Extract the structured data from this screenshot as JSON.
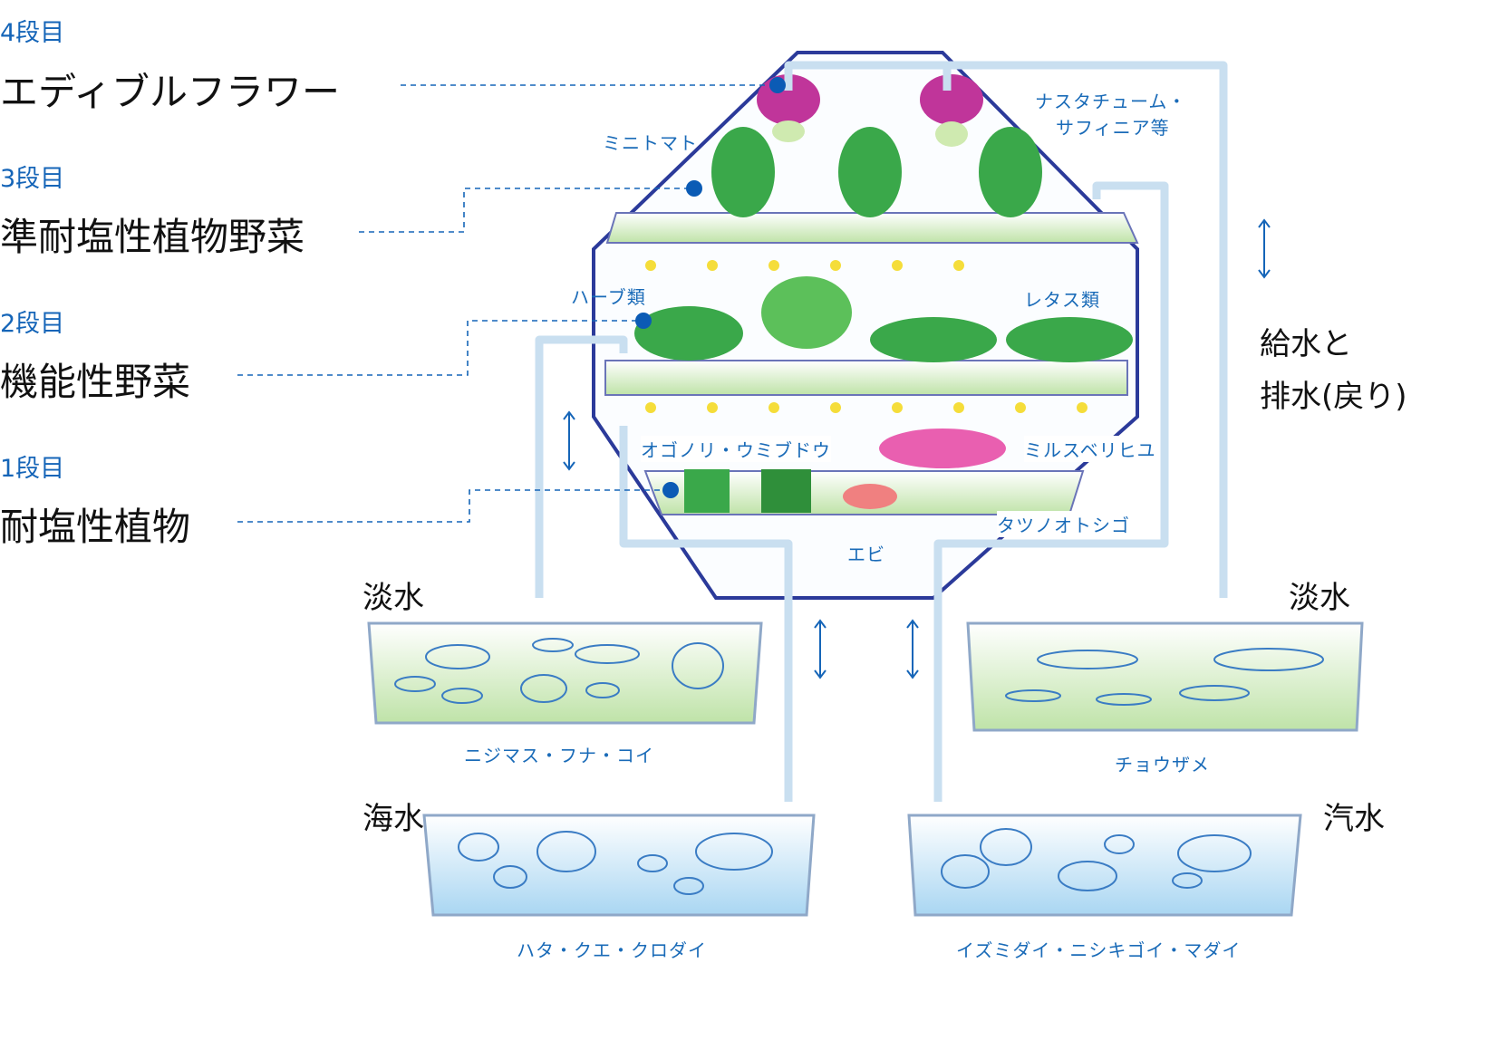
{
  "tiers": [
    {
      "level": "4段目",
      "name": "エディブルフラワー"
    },
    {
      "level": "3段目",
      "name": "準耐塩性植物野菜"
    },
    {
      "level": "2段目",
      "name": "機能性野菜"
    },
    {
      "level": "1段目",
      "name": "耐塩性植物"
    }
  ],
  "plants": {
    "nasturtium": "ナスタチューム・",
    "nasturtium2": "サフィニア等",
    "tomato": "ミニトマト",
    "herb": "ハーブ類",
    "lettuce": "レタス類",
    "seaweed": "オゴノリ・ウミブドウ",
    "milsuberi": "ミルスベリヒユ",
    "seahorse": "タツノオトシゴ",
    "shrimp": "エビ"
  },
  "flow_label": [
    "給水と",
    "排水(戻り)"
  ],
  "tanks": [
    {
      "water": "淡水",
      "fish": "ニジマス・フナ・コイ"
    },
    {
      "water": "淡水",
      "fish": "チョウザメ"
    },
    {
      "water": "海水",
      "fish": "ハタ・クエ・クロダイ"
    },
    {
      "water": "汽水",
      "fish": "イズミダイ・ニシキゴイ・マダイ"
    }
  ],
  "colors": {
    "accent": "#1565b8",
    "outline": "#2b3a9a",
    "plant": "#3aa84a",
    "water": "#dff0d8",
    "pipe": "#c9dff0"
  }
}
